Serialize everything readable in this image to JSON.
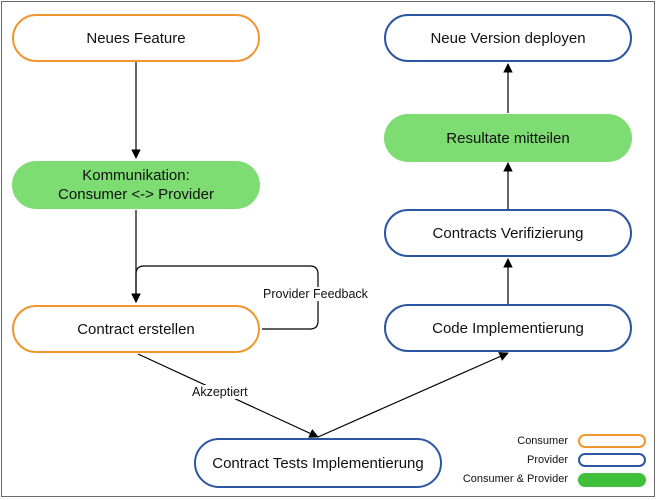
{
  "nodes": {
    "neues_feature": "Neues Feature",
    "kommunikation": "Kommunikation:\nConsumer <-> Provider",
    "contract_erstellen": "Contract erstellen",
    "contract_tests": "Contract Tests Implementierung",
    "code_impl": "Code Implementierung",
    "contracts_verif": "Contracts Verifizierung",
    "resultate": "Resultate mitteilen",
    "neue_version": "Neue Version deployen"
  },
  "edge_labels": {
    "provider_feedback": "Provider Feedback",
    "akzeptiert": "Akzeptiert"
  },
  "legend": {
    "consumer": "Consumer",
    "provider": "Provider",
    "both": "Consumer & Provider"
  },
  "colors": {
    "consumer": "#f0962e",
    "provider": "#2c56a3",
    "both": "#7ddc72"
  }
}
